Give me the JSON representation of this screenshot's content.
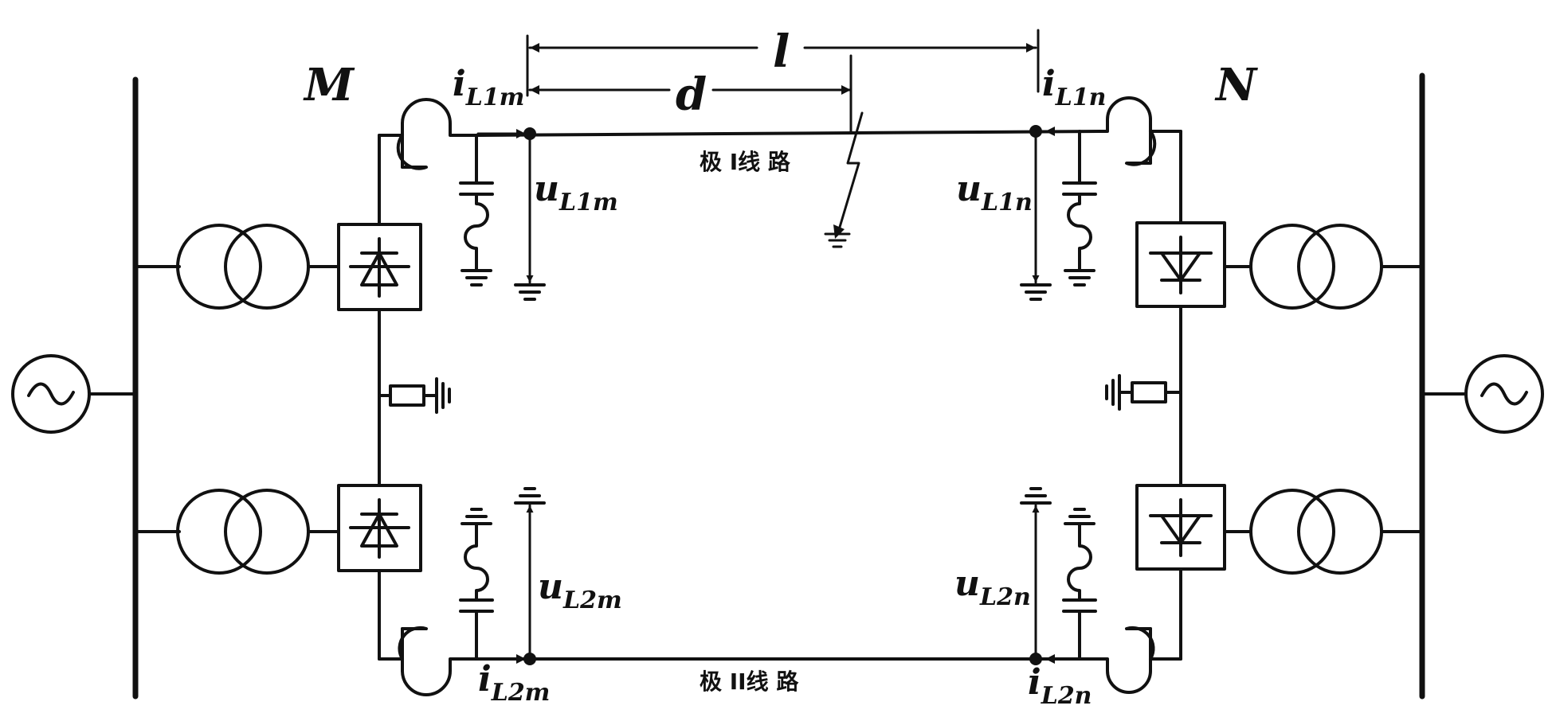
{
  "labels": {
    "station_m": "M",
    "station_n": "N",
    "length_l": "l",
    "distance_d": "d",
    "pole1_line": "极 I线 路",
    "pole2_line": "极 II线 路",
    "i_l1m": {
      "base": "i",
      "sub": "L1m"
    },
    "i_l1n": {
      "base": "i",
      "sub": "L1n"
    },
    "i_l2m": {
      "base": "i",
      "sub": "L2m"
    },
    "i_l2n": {
      "base": "i",
      "sub": "L2n"
    },
    "u_l1m": {
      "base": "u",
      "sub": "L1m"
    },
    "u_l1n": {
      "base": "u",
      "sub": "L1n"
    },
    "u_l2m": {
      "base": "u",
      "sub": "L2m"
    },
    "u_l2n": {
      "base": "u",
      "sub": "L2n"
    }
  },
  "icons": {
    "ac_source": "sine-wave-icon",
    "transformer": "two-winding-transformer-icon",
    "rectifier": "rectifier-icon",
    "inverter": "inverter-icon",
    "smoothing_reactor": "reactor-icon",
    "dc_filter": "filter-icon",
    "ground": "ground-icon",
    "fault": "lightning-fault-icon",
    "grounding_resistor": "resistor-icon"
  },
  "colors": {
    "ink": "#111111",
    "background": "#ffffff"
  }
}
